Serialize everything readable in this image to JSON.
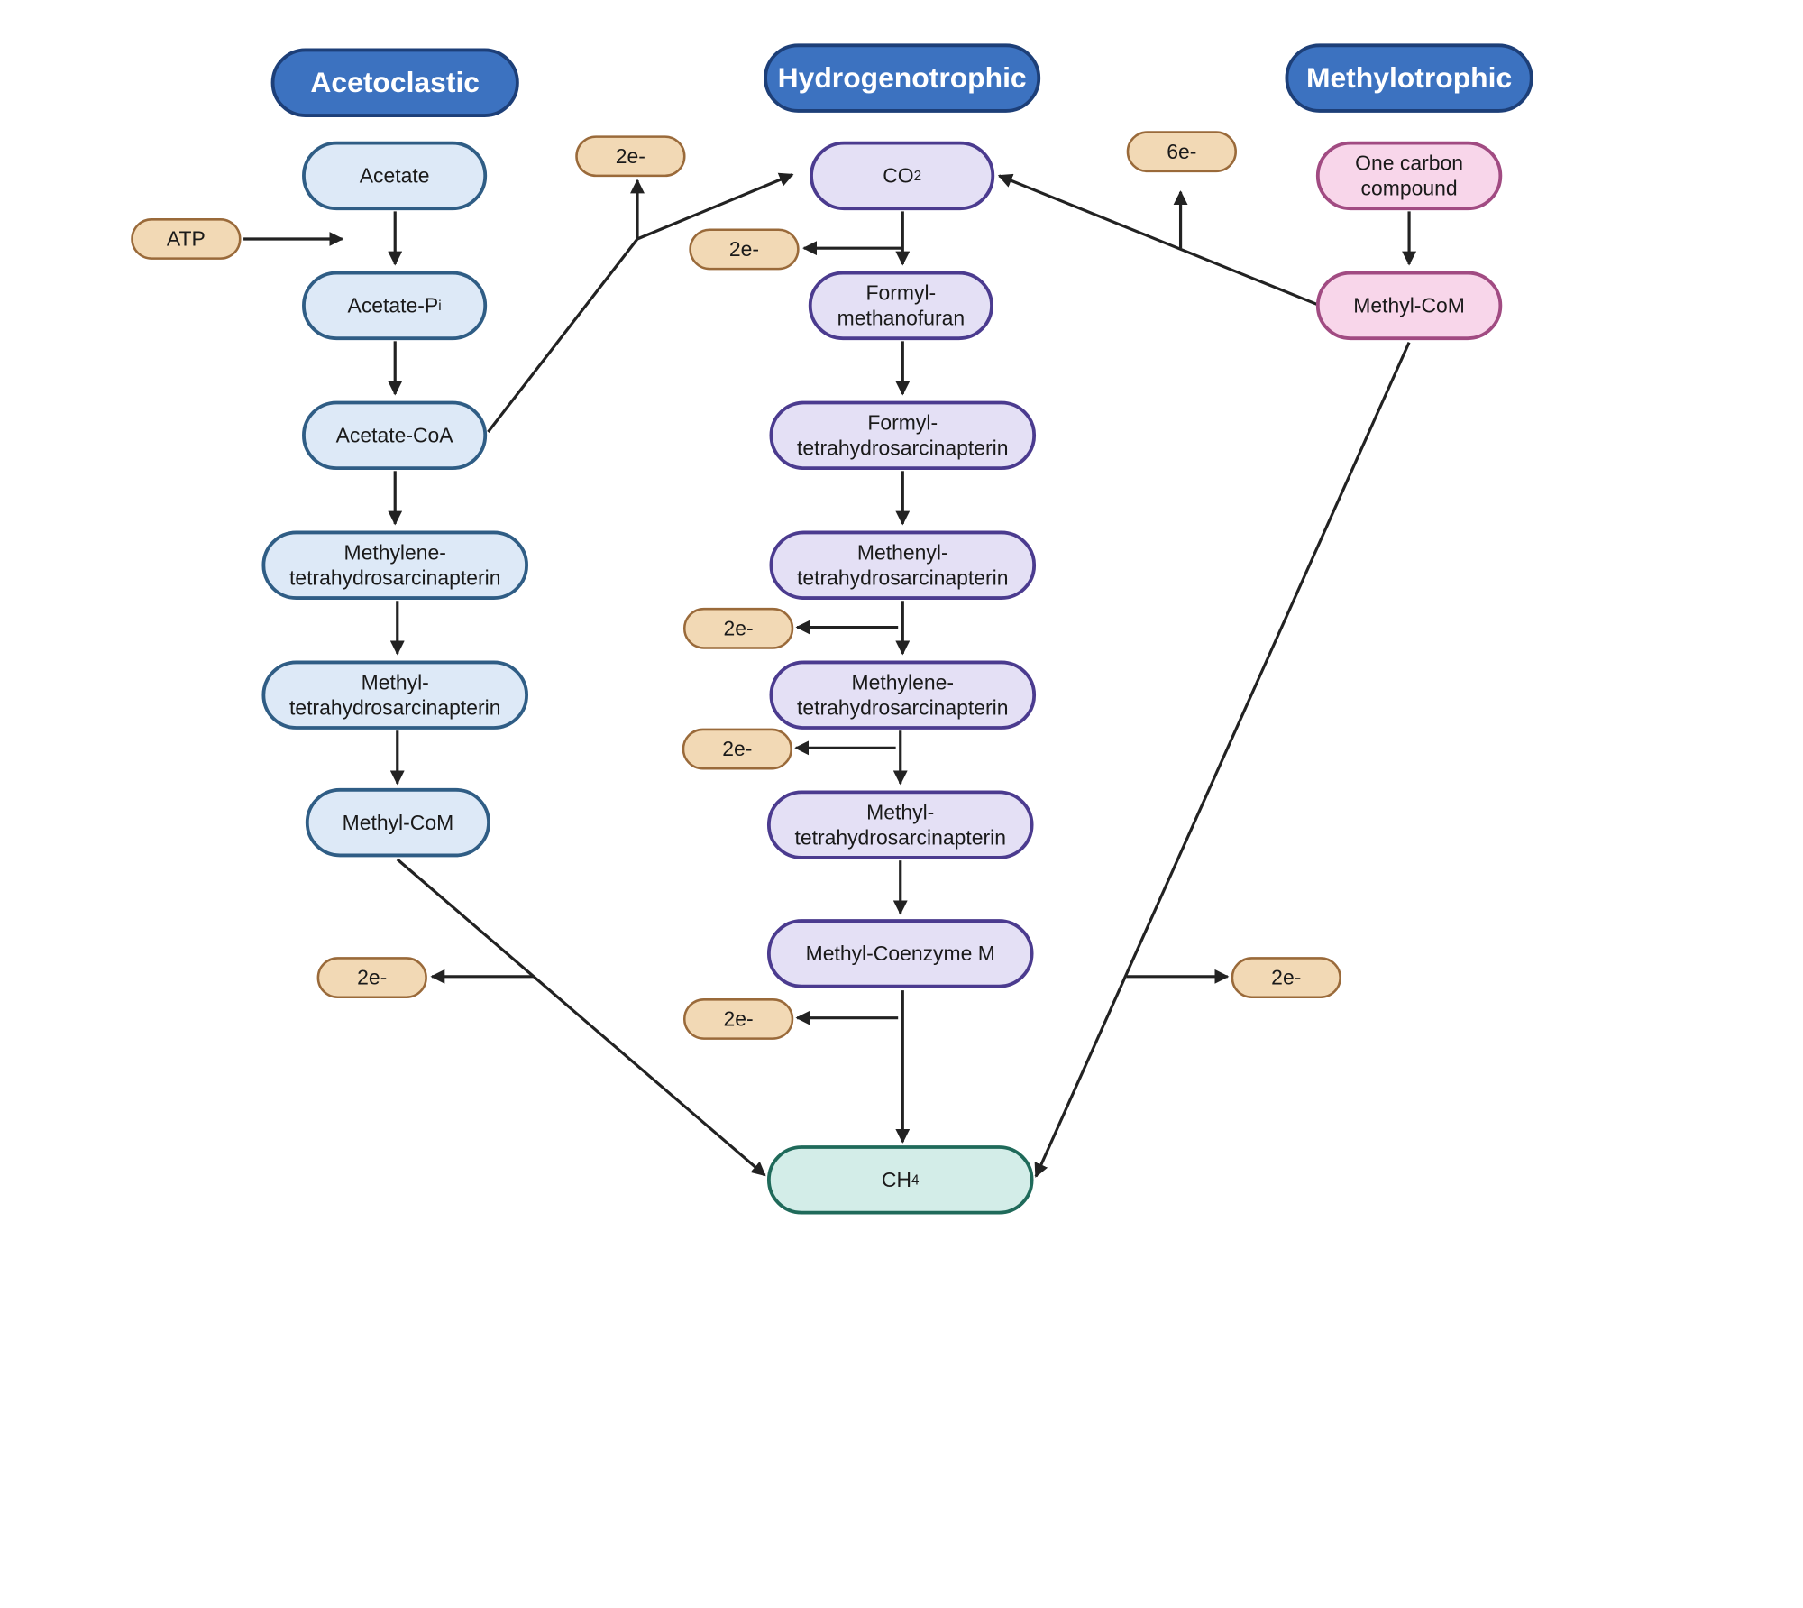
{
  "headers": {
    "acetoclastic": "Acetoclastic",
    "hydrogenotrophic": "Hydrogenotrophic",
    "methylotrophic": "Methylotrophic"
  },
  "acetoclastic": {
    "acetate": "Acetate",
    "atp": "ATP",
    "acetate_pi_main": "Acetate-P",
    "acetate_pi_sub": "i",
    "acetate_coa": "Acetate-CoA",
    "methylene_thsp": "Methylene-\ntetrahydrosarcinapterin",
    "methyl_thsp": "Methyl-\ntetrahydrosarcinapterin",
    "methyl_com": "Methyl-CoM",
    "electrons_top": "2e-",
    "electrons_bottom": "2e-"
  },
  "hydrogenotrophic": {
    "co2_main": "CO",
    "co2_sub": "2",
    "formyl_mf": "Formyl-\nmethanofuran",
    "formyl_thsp": "Formyl-\ntetrahydrosarcinapterin",
    "methenyl_thsp": "Methenyl-\ntetrahydrosarcinapterin",
    "methylene_thsp": "Methylene-\ntetrahydrosarcinapterin",
    "methyl_thsp": "Methyl-\ntetrahydrosarcinapterin",
    "methyl_coenzyme_m": "Methyl-Coenzyme M",
    "electrons_1": "2e-",
    "electrons_2": "2e-",
    "electrons_3": "2e-",
    "electrons_4": "2e-"
  },
  "methylotrophic": {
    "one_carbon": "One carbon\ncompound",
    "methyl_com": "Methyl-CoM",
    "electrons_top": "6e-",
    "electrons_bottom": "2e-"
  },
  "product": {
    "ch4_main": "CH",
    "ch4_sub": "4"
  },
  "colors": {
    "header_fill": "#3c72c0",
    "acetoclastic_fill": "#dde9f7",
    "hydrogenotrophic_fill": "#e4e0f5",
    "methylotrophic_fill": "#f8d6ea",
    "methane_fill": "#d3ede8",
    "electron_fill": "#f2d9b5"
  }
}
